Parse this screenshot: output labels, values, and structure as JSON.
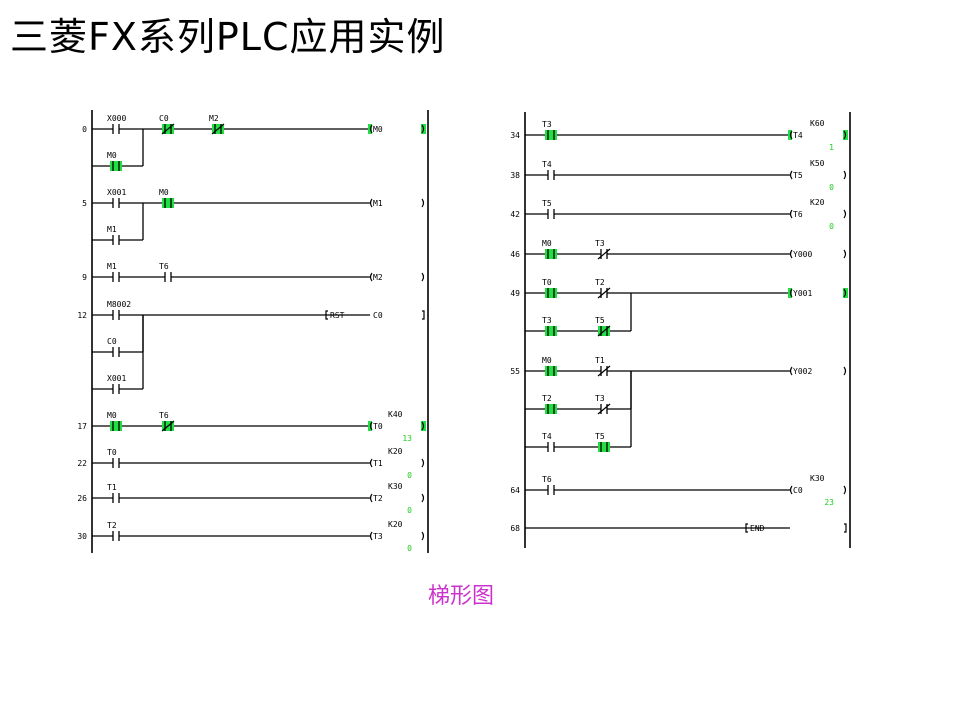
{
  "title": "三菱FX系列PLC应用实例",
  "caption": "梯形图",
  "colors": {
    "active": "#22dd44",
    "line": "#000000",
    "value": "#1fcc1f",
    "caption": "#cc33cc"
  },
  "ladder_left": {
    "rungs": [
      {
        "step": "0",
        "contacts": [
          {
            "label": "X000",
            "type": "NO",
            "active": false
          },
          {
            "label": "C0",
            "type": "NC",
            "active": true
          },
          {
            "label": "M2",
            "type": "NC",
            "active": true
          }
        ],
        "branches": [
          [
            {
              "label": "M0",
              "type": "NO",
              "active": true
            }
          ]
        ],
        "output": {
          "kind": "coil",
          "name": "M0",
          "active": true
        }
      },
      {
        "step": "5",
        "contacts": [
          {
            "label": "X001",
            "type": "NO",
            "active": false
          },
          {
            "label": "M0",
            "type": "NO",
            "active": true
          }
        ],
        "branches": [
          [
            {
              "label": "M1",
              "type": "NO",
              "active": false
            }
          ]
        ],
        "output": {
          "kind": "coil",
          "name": "M1",
          "active": false
        }
      },
      {
        "step": "9",
        "contacts": [
          {
            "label": "M1",
            "type": "NO",
            "active": false
          },
          {
            "label": "T6",
            "type": "NO",
            "active": false
          }
        ],
        "branches": [],
        "output": {
          "kind": "coil",
          "name": "M2",
          "active": false
        }
      },
      {
        "step": "12",
        "contacts": [
          {
            "label": "M8002",
            "type": "NO",
            "active": false
          }
        ],
        "branches": [
          [
            {
              "label": "C0",
              "type": "NO",
              "active": false
            }
          ],
          [
            {
              "label": "X001",
              "type": "NO",
              "active": false
            }
          ]
        ],
        "output": {
          "kind": "inst",
          "name": "RST",
          "operand": "C0",
          "active": false
        }
      },
      {
        "step": "17",
        "contacts": [
          {
            "label": "M0",
            "type": "NO",
            "active": true
          },
          {
            "label": "T6",
            "type": "NC",
            "active": true
          }
        ],
        "branches": [],
        "output": {
          "kind": "coil",
          "name": "T0",
          "active": true,
          "k": "K40",
          "value": "13"
        }
      },
      {
        "step": "22",
        "contacts": [
          {
            "label": "T0",
            "type": "NO",
            "active": false
          }
        ],
        "branches": [],
        "output": {
          "kind": "coil",
          "name": "T1",
          "active": false,
          "k": "K20",
          "value": "0"
        }
      },
      {
        "step": "26",
        "contacts": [
          {
            "label": "T1",
            "type": "NO",
            "active": false
          }
        ],
        "branches": [],
        "output": {
          "kind": "coil",
          "name": "T2",
          "active": false,
          "k": "K30",
          "value": "0"
        }
      },
      {
        "step": "30",
        "contacts": [
          {
            "label": "T2",
            "type": "NO",
            "active": false
          }
        ],
        "branches": [],
        "output": {
          "kind": "coil",
          "name": "T3",
          "active": false,
          "k": "K20",
          "value": "0"
        }
      }
    ]
  },
  "ladder_right": {
    "rungs": [
      {
        "step": "34",
        "contacts": [
          {
            "label": "T3",
            "type": "NO",
            "active": true
          }
        ],
        "branches": [],
        "output": {
          "kind": "coil",
          "name": "T4",
          "active": true,
          "k": "K60",
          "value": "1"
        }
      },
      {
        "step": "38",
        "contacts": [
          {
            "label": "T4",
            "type": "NO",
            "active": false
          }
        ],
        "branches": [],
        "output": {
          "kind": "coil",
          "name": "T5",
          "active": false,
          "k": "K50",
          "value": "0"
        }
      },
      {
        "step": "42",
        "contacts": [
          {
            "label": "T5",
            "type": "NO",
            "active": false
          }
        ],
        "branches": [],
        "output": {
          "kind": "coil",
          "name": "T6",
          "active": false,
          "k": "K20",
          "value": "0"
        }
      },
      {
        "step": "46",
        "contacts": [
          {
            "label": "M0",
            "type": "NO",
            "active": true
          },
          {
            "label": "T3",
            "type": "NC",
            "active": false
          }
        ],
        "branches": [],
        "output": {
          "kind": "coil",
          "name": "Y000",
          "active": false
        }
      },
      {
        "step": "49",
        "contacts": [
          {
            "label": "T0",
            "type": "NO",
            "active": true
          },
          {
            "label": "T2",
            "type": "NC",
            "active": false
          }
        ],
        "branches": [
          [
            {
              "label": "T3",
              "type": "NO",
              "active": true
            },
            {
              "label": "T5",
              "type": "NC",
              "active": true
            }
          ]
        ],
        "output": {
          "kind": "coil",
          "name": "Y001",
          "active": true
        }
      },
      {
        "step": "55",
        "contacts": [
          {
            "label": "M0",
            "type": "NO",
            "active": true
          },
          {
            "label": "T1",
            "type": "NC",
            "active": false
          }
        ],
        "branches": [
          [
            {
              "label": "T2",
              "type": "NO",
              "active": true
            },
            {
              "label": "T3",
              "type": "NC",
              "active": false
            }
          ],
          [
            {
              "label": "T4",
              "type": "NO",
              "active": false
            },
            {
              "label": "T5",
              "type": "NO",
              "active": true
            }
          ]
        ],
        "output": {
          "kind": "coil",
          "name": "Y002",
          "active": false
        }
      },
      {
        "step": "64",
        "contacts": [
          {
            "label": "T6",
            "type": "NO",
            "active": false
          }
        ],
        "branches": [],
        "output": {
          "kind": "coil",
          "name": "C0",
          "active": false,
          "k": "K30",
          "value": "23"
        }
      },
      {
        "step": "68",
        "contacts": [],
        "branches": [],
        "output": {
          "kind": "inst",
          "name": "END",
          "active": false
        }
      }
    ]
  }
}
